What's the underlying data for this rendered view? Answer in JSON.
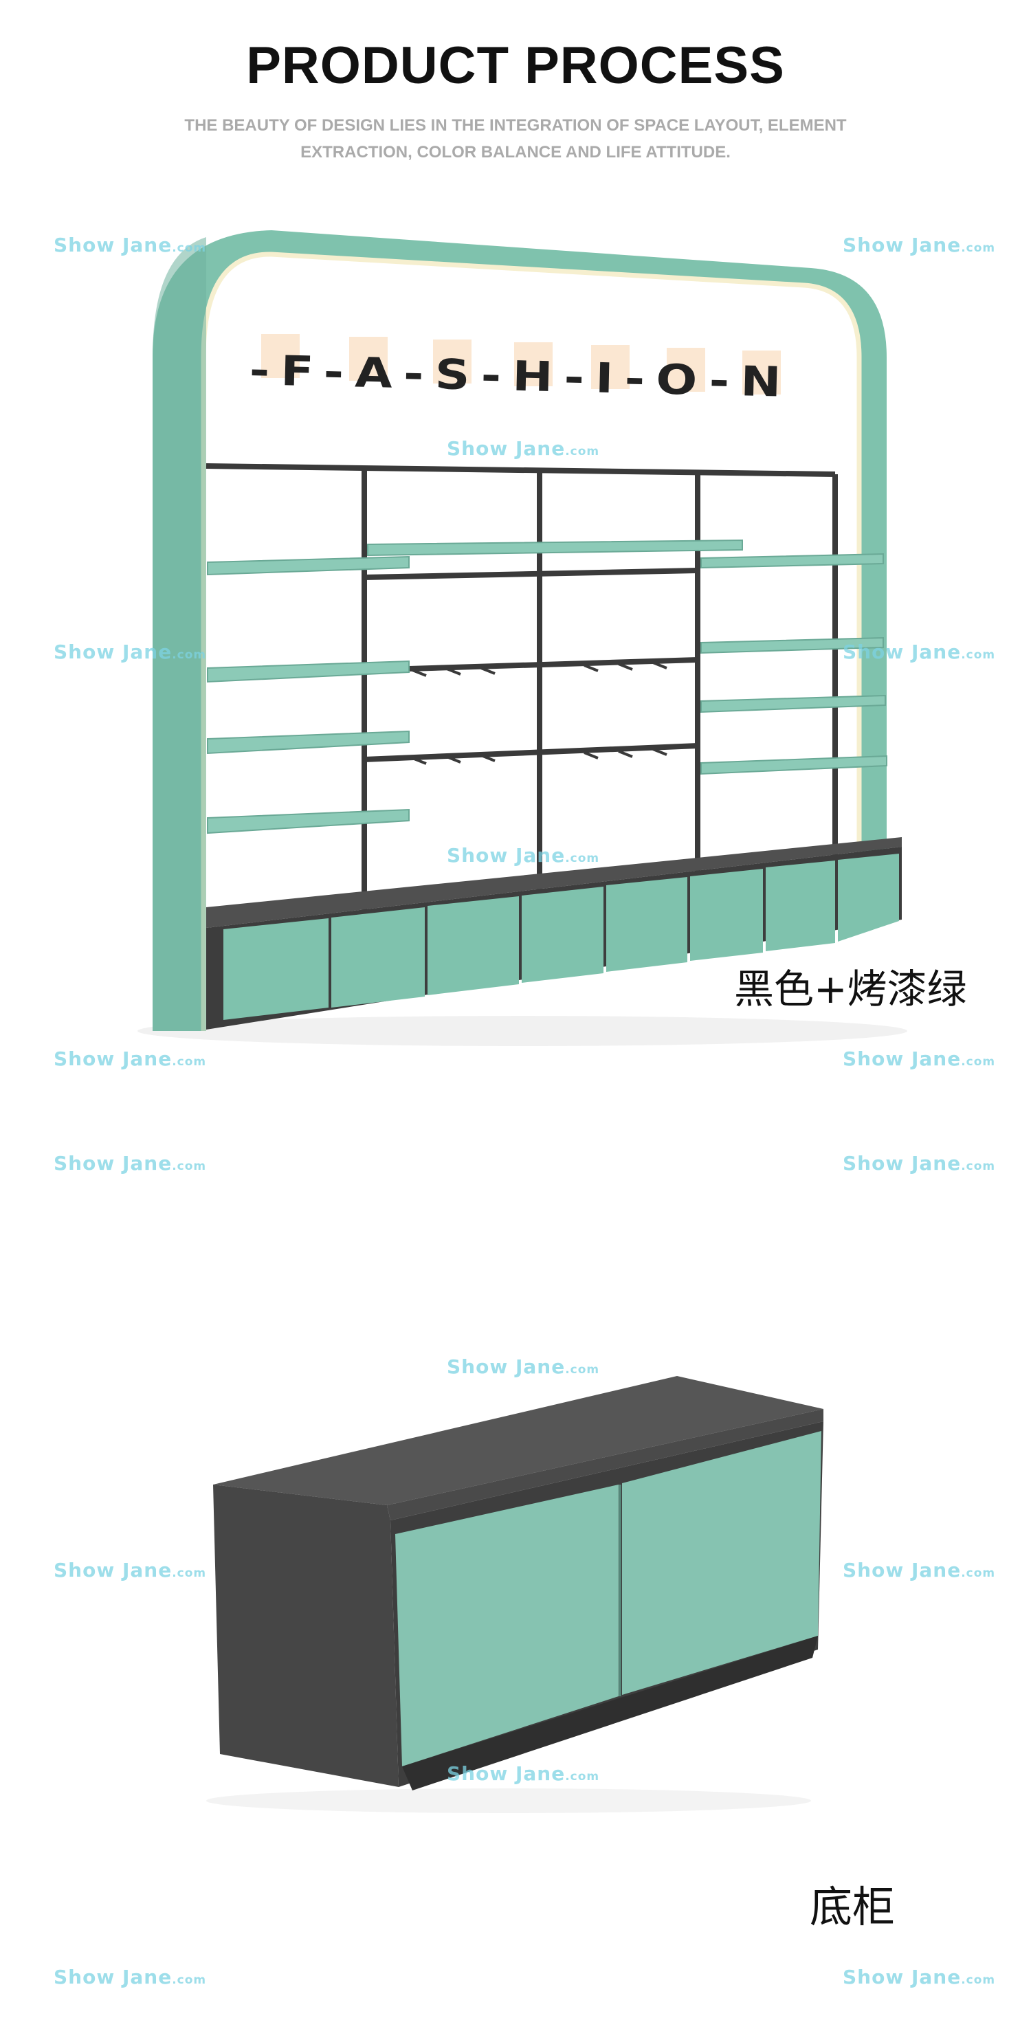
{
  "header": {
    "title": "PRODUCT PROCESS",
    "subtitle": "THE BEAUTY OF DESIGN LIES IN THE INTEGRATION OF SPACE LAYOUT, ELEMENT EXTRACTION, COLOR BALANCE AND LIFE ATTITUDE."
  },
  "watermark": {
    "text": "Show Jane",
    "suffix": ".com"
  },
  "display_rack": {
    "sign_text": "-F-A-S-H-I-O-N",
    "caption": "黑色+烤漆绿"
  },
  "base_cabinet": {
    "caption": "底柜"
  },
  "colors": {
    "lacquer_green": "#7fc2ad",
    "frame_black": "#3a3a3a",
    "sign_tile": "#fbe7d2",
    "watermark": "#7dd3e3",
    "text": "#111111",
    "subtitle": "#aaaaaa"
  }
}
